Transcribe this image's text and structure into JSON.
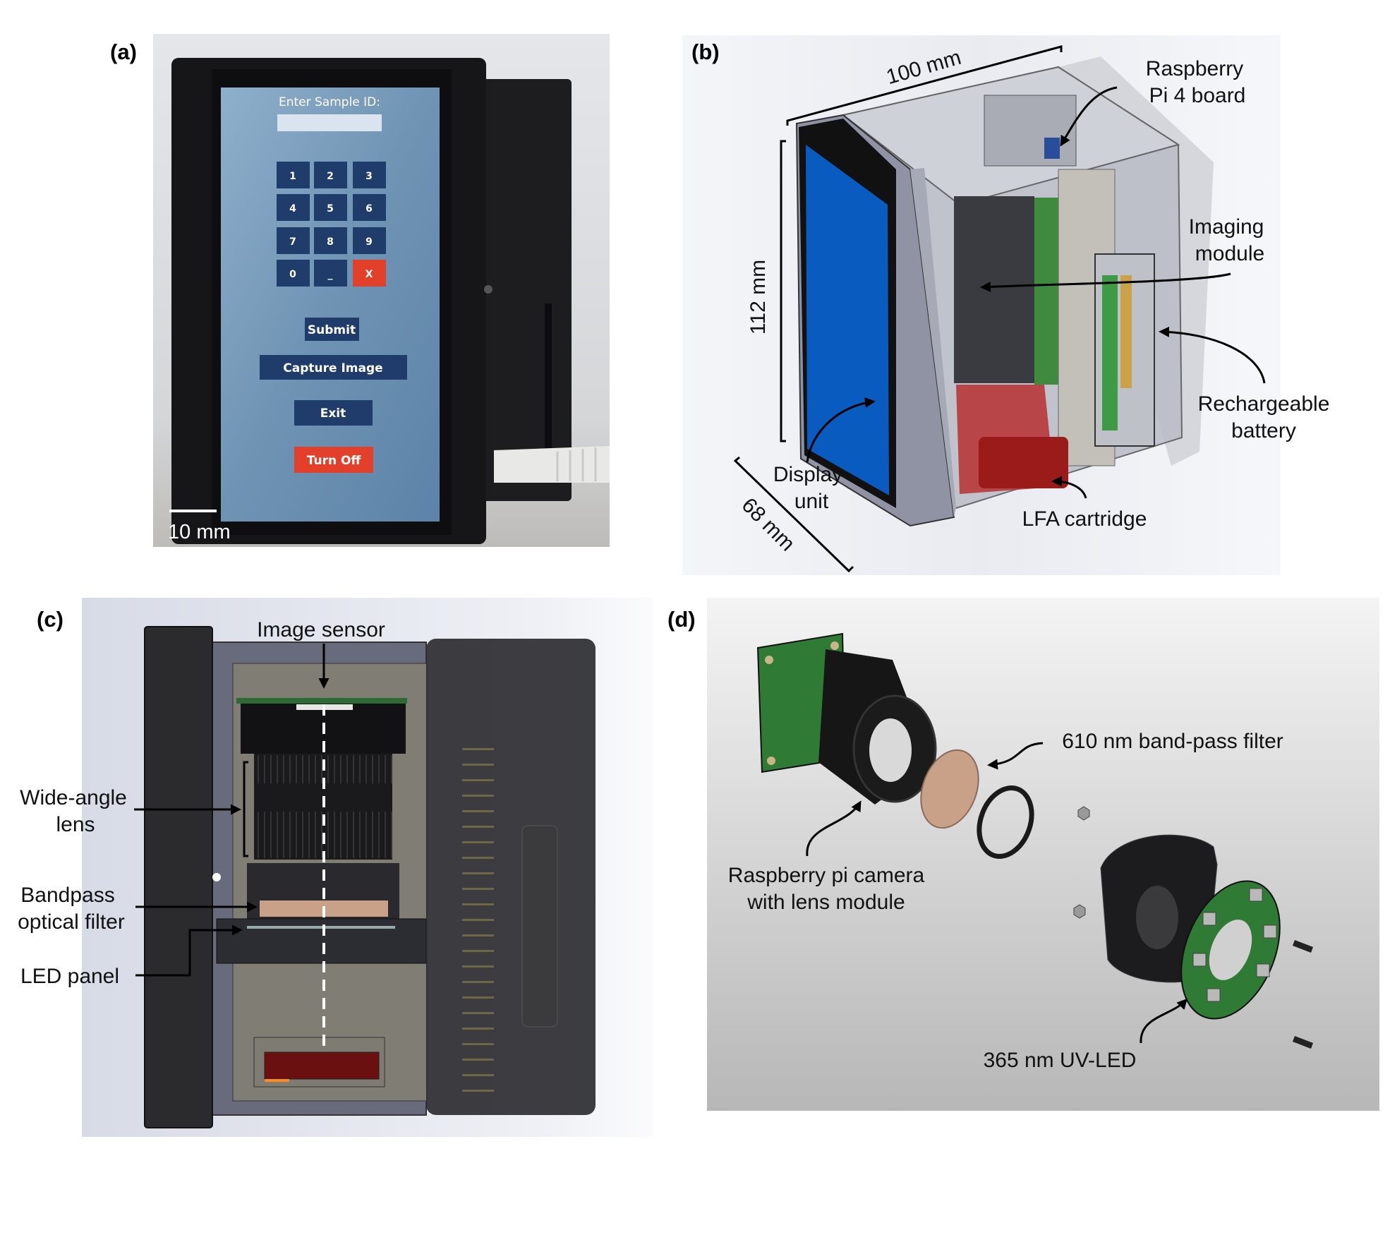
{
  "panels": {
    "a": {
      "label": "(a)",
      "screen": {
        "prompt": "Enter Sample ID:",
        "sample_id_value": "",
        "keypad": [
          "1",
          "2",
          "3",
          "4",
          "5",
          "6",
          "7",
          "8",
          "9",
          "0",
          "_",
          "X"
        ],
        "submit": "Submit",
        "capture": "Capture Image",
        "exit": "Exit",
        "turn_off": "Turn Off"
      },
      "scale_bar": "10 mm",
      "colors": {
        "screen": "#6f93b3",
        "button": "#1f3c6a",
        "danger": "#e2402a"
      }
    },
    "b": {
      "label": "(b)",
      "dim_width": "100 mm",
      "dim_height": "112 mm",
      "dim_depth": "68 mm",
      "callouts": {
        "rpi_line1": "Raspberry",
        "rpi_line2": "Pi 4 board",
        "imaging_line1": "Imaging",
        "imaging_line2": "module",
        "battery_line1": "Rechargeable",
        "battery_line2": "battery",
        "display_line1": "Display",
        "display_line2": "unit",
        "lfa": "LFA cartridge"
      },
      "colors": {
        "display": "#0a5bc0",
        "cartridge": "#9b1a1a"
      }
    },
    "c": {
      "label": "(c)",
      "callouts": {
        "sensor": "Image sensor",
        "lens_line1": "Wide-angle",
        "lens_line2": "lens",
        "filter_line1": "Bandpass",
        "filter_line2": "optical filter",
        "led": "LED panel"
      }
    },
    "d": {
      "label": "(d)",
      "callouts": {
        "filter": "610 nm band-pass filter",
        "camera_line1": "Raspberry pi camera",
        "camera_line2": "with lens module",
        "uvled": "365 nm UV-LED"
      },
      "colors": {
        "filter": "#c9a088",
        "pcb": "#2f7a35"
      }
    }
  }
}
